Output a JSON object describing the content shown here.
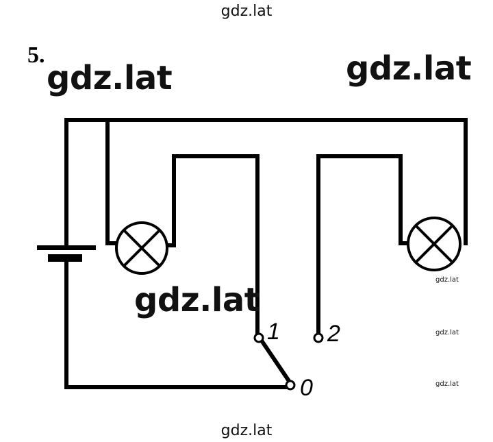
{
  "watermarks": {
    "top": "gdz.lat",
    "bottom": "gdz.lat",
    "big_left": "gdz.lat",
    "big_right": "gdz.lat",
    "big_middle": "gdz.lat",
    "small_1": "gdz.lat",
    "small_2": "gdz.lat",
    "small_3": "gdz.lat"
  },
  "problem_number": "5.",
  "switch_labels": {
    "position_1": "1",
    "position_2": "2",
    "position_0": "0"
  }
}
